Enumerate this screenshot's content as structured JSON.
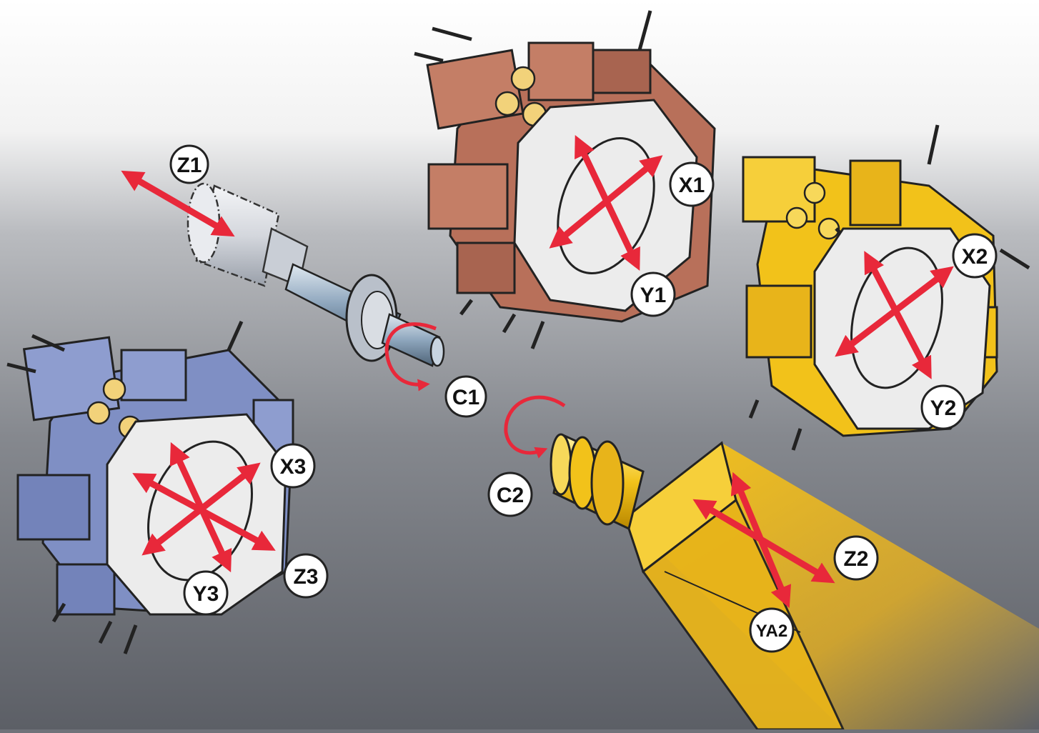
{
  "labels": {
    "z1": "Z1",
    "c1": "C1",
    "x1": "X1",
    "y1": "Y1",
    "x2": "X2",
    "y2": "Y2",
    "x3": "X3",
    "y3": "Y3",
    "z3": "Z3",
    "c2": "C2",
    "z2": "Z2",
    "ya2": "YA2"
  },
  "colors": {
    "background_top": "#ffffff",
    "background_bottom": "#5c5f66",
    "axis_arrow": "#e8283a",
    "turret_upper": "#b8705a",
    "turret_right": "#f2c21a",
    "turret_lower": "#7f8fc4",
    "turret_face": "#ececec",
    "spindle_main": "#c9ced6",
    "spindle_sub": "#f0c020"
  }
}
